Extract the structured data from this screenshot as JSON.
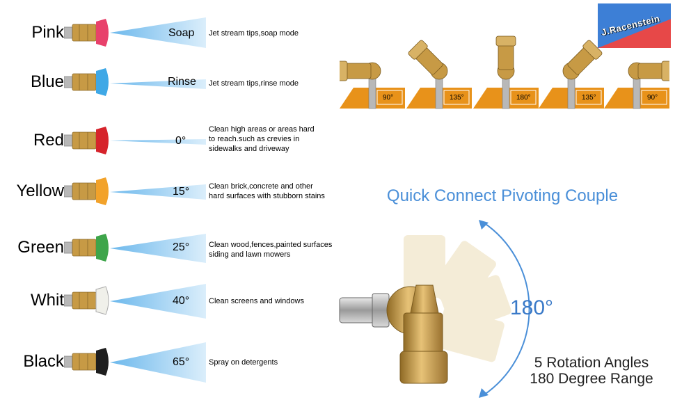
{
  "logo": {
    "text": "J.Racenstein"
  },
  "tips": [
    {
      "id": "pink",
      "color": "Pink",
      "hex": "#e8416b",
      "spray": "Soap",
      "desc": "Jet stream tips,soap mode"
    },
    {
      "id": "blue",
      "color": "Blue",
      "hex": "#3fa8e6",
      "spray": "Rinse",
      "desc": "Jet stream tips,rinse mode"
    },
    {
      "id": "red",
      "color": "Red",
      "hex": "#d6232b",
      "spray": "0°",
      "desc": "Clean high areas or areas hard\nto reach.such as crevies in\nsidewalks and driveway"
    },
    {
      "id": "yellow",
      "color": "Yellow",
      "hex": "#f2a22a",
      "spray": "15°",
      "desc": "Clean brick,concrete and other\nhard surfaces with stubborn stains"
    },
    {
      "id": "green",
      "color": "Green",
      "hex": "#3ea54a",
      "spray": "25°",
      "desc": "Clean wood,fences,painted surfaces\nsiding and lawn mowers"
    },
    {
      "id": "white",
      "color": "Whit",
      "hex": "#f0f0ea",
      "spray": "40°",
      "desc": "Clean screens and windows"
    },
    {
      "id": "black",
      "color": "Black",
      "hex": "#1e1e1e",
      "spray": "65°",
      "desc": "Spray on detergents"
    }
  ],
  "angles": [
    "90°",
    "135°",
    "180°",
    "135°",
    "90°"
  ],
  "coupler": {
    "title": "Quick Connect Pivoting Couple",
    "range_label": "180°",
    "rotation_line1": "5 Rotation Angles",
    "rotation_line2": "180 Degree Range"
  },
  "colors": {
    "accent_blue": "#4a8fd8",
    "brass": "#c79a45",
    "steel": "#b8b8b8",
    "orange_base": "#e8921a",
    "spray_light": "#dbeefb",
    "spray_dark": "#6cb8ec"
  }
}
